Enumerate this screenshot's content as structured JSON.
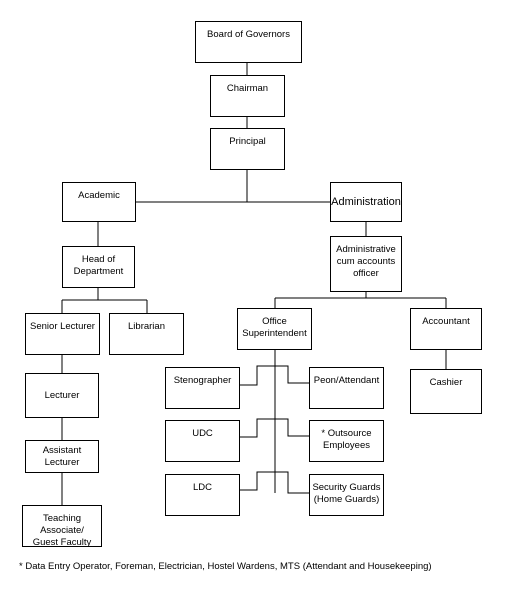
{
  "nodes": {
    "board": "Board of Governors",
    "chairman": "Chairman",
    "principal": "Principal",
    "academic": "Academic",
    "administration": "Administration",
    "hod": "Head of\nDepartment",
    "admin_officer": "Administrative\ncum accounts\nofficer",
    "senior_lecturer": "Senior Lecturer",
    "librarian": "Librarian",
    "office_supdt": "Office\nSuperintendent",
    "accountant": "Accountant",
    "lecturer": "Lecturer",
    "assistant_lecturer": "Assistant Lecturer",
    "teaching_associate": "Teaching Associate/\nGuest Faculty",
    "stenographer": "Stenographer",
    "peon": "Peon/Attendant",
    "udc": "UDC",
    "outsource": "* Outsource\nEmployees",
    "ldc": "LDC",
    "security": "Security Guards\n(Home Guards)",
    "cashier": "Cashier"
  },
  "footnote": "* Data Entry Operator, Foreman, Electrician, Hostel Wardens, MTS (Attendant and Housekeeping)"
}
